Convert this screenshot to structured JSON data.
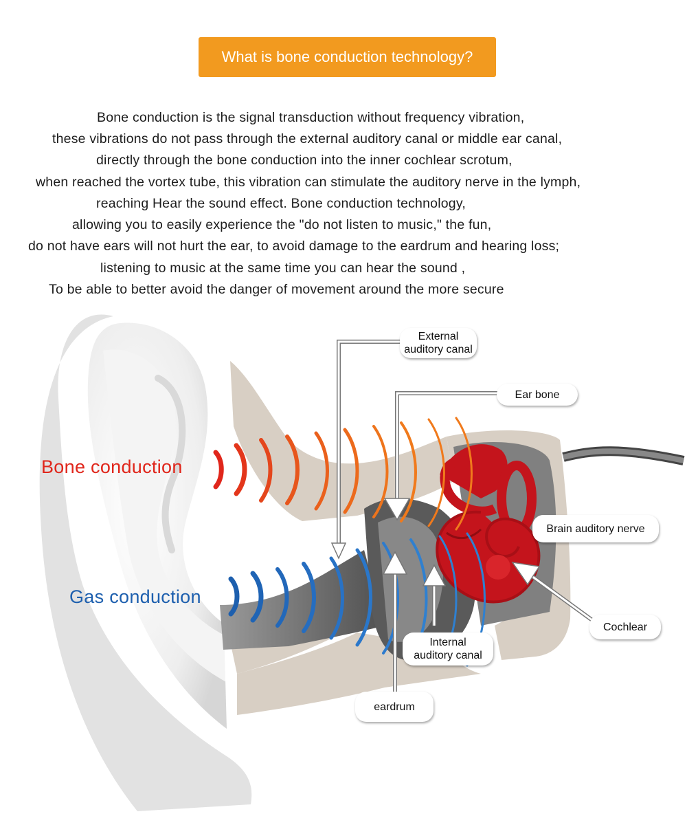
{
  "header": {
    "title": "What is bone conduction technology?"
  },
  "intro_lines": [
    "Bone conduction is the signal transduction without frequency vibration,",
    "these vibrations do not pass through the external auditory canal or middle ear canal,",
    "directly through the bone conduction into the inner cochlear scrotum,",
    "when reached the vortex tube, this vibration can stimulate the auditory nerve in the lymph,",
    "reaching Hear the sound effect. Bone conduction technology,",
    "allowing you to easily experience the \"do not listen to music,\" the fun,",
    "do not have ears will not hurt the ear, to avoid damage to the eardrum and hearing loss;",
    "listening to music at the same time you can hear the sound ,",
    "To be able to better avoid the danger of movement around the more secure"
  ],
  "diagram": {
    "bone_label": "Bone conduction",
    "gas_label": "Gas conduction",
    "callouts": {
      "external_canal": [
        "External",
        "auditory canal"
      ],
      "ear_bone": "Ear bone",
      "brain_nerve": "Brain auditory nerve",
      "cochlear": "Cochlear",
      "internal_canal": [
        "Internal",
        "auditory canal"
      ],
      "eardrum": "eardrum"
    },
    "colors": {
      "bone": "#e0261b",
      "bone_wave": "#f07a1c",
      "gas": "#1d5fae",
      "gas_wave": "#2f80d0",
      "title_bg": "#f29a1f",
      "organ": "#c4141c",
      "bone_tissue": "#d8cfc4"
    }
  }
}
